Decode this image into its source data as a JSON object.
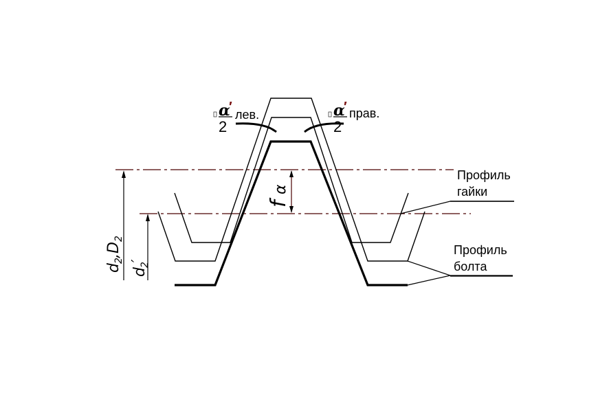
{
  "labels": {
    "nut_profile_line1": "Профиль",
    "nut_profile_line2": "гайки",
    "bolt_profile_line1": "Профиль",
    "bolt_profile_line2": "болта",
    "left_angle_alpha": "α",
    "left_angle_prime": "′",
    "left_angle_denominator": "2",
    "left_angle_suffix": "лев.",
    "right_angle_alpha": "α",
    "right_angle_prime": "′",
    "right_angle_denominator": "2",
    "right_angle_suffix": "прав.",
    "f_alpha_f": "f",
    "f_alpha_sub": "α",
    "d2_D2": "d",
    "d2_sub": "2",
    "d2_comma": ",D",
    "D2_sub": "2",
    "d2prime": "d",
    "d2prime_sub": "2",
    "d2prime_mark": "′"
  },
  "colors": {
    "line": "#000000",
    "centerline": "#4a0000",
    "accent": "#7a1414"
  }
}
